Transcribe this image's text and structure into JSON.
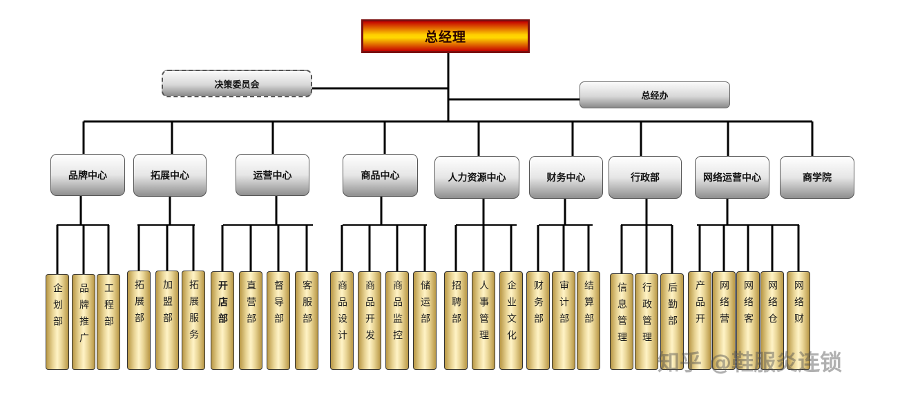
{
  "top": {
    "label": "总经理"
  },
  "committee": {
    "label": "决策委员会"
  },
  "gm_office": {
    "label": "总经办"
  },
  "centers": [
    {
      "label": "品牌中心",
      "departments": [
        "企划部",
        "品牌推广",
        "工程部"
      ]
    },
    {
      "label": "拓展中心",
      "departments": [
        "拓展部",
        "加盟部",
        "拓展服务"
      ]
    },
    {
      "label": "运营中心",
      "departments": [
        "开店部",
        "直营部",
        "督导部",
        "客服部"
      ]
    },
    {
      "label": "商品中心",
      "departments": [
        "商品设计",
        "商品开发",
        "商品监控",
        "储运部"
      ]
    },
    {
      "label": "人力资源中心",
      "departments": [
        "招聘部",
        "人事管理",
        "企业文化"
      ]
    },
    {
      "label": "财务中心",
      "departments": [
        "财务部",
        "审计部",
        "结算部"
      ]
    },
    {
      "label": "行政部",
      "departments": [
        "信息管理",
        "行政管理",
        "后勤部"
      ]
    },
    {
      "label": "网络运营中心",
      "departments": [
        "产品开",
        "网络营",
        "网络客",
        "网络仓",
        "网络财"
      ]
    },
    {
      "label": "商学院",
      "departments": []
    }
  ],
  "watermark": "知乎 @鞋服炎连锁",
  "colors": {
    "ceo_red": "#c40000",
    "ceo_yellow": "#ffd800",
    "dept_gold": "#e9d596",
    "line": "#000000"
  }
}
